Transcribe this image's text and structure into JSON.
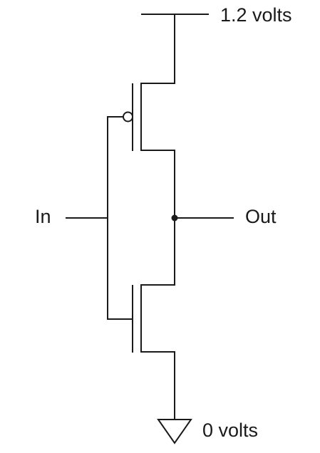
{
  "diagram": {
    "type": "circuit",
    "labels": {
      "vdd": "1.2 volts",
      "gnd": "0 volts",
      "input": "In",
      "output": "Out"
    },
    "colors": {
      "stroke": "#1a1a1a",
      "background": "#ffffff"
    }
  }
}
